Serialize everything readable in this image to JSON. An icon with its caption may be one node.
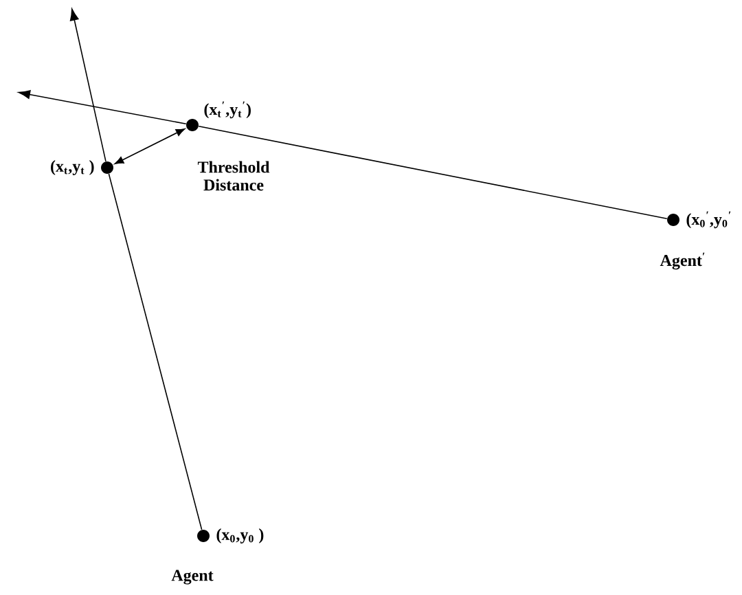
{
  "diagram": {
    "nodes": [
      {
        "text": [],
        "shape": "circle",
        "beside": [
          "(x$_{0}$,y$_{0}$ )",
          "Agent"
        ]
      },
      {
        "text": [],
        "shape": "circle",
        "beside": [
          "(x$_{t}$,y$_{t}$ )"
        ]
      },
      {
        "text": [],
        "shape": "circle",
        "beside": [
          "(x$_{t}$$^{′}$,y$_{t}$$^{′}$)"
        ]
      },
      {
        "text": [],
        "shape": "circle",
        "beside": [
          "(x$_{0}$$^{′}$,y$_{0}$$^{′}$",
          "Agent$^{′}$"
        ]
      }
    ],
    "edges": [
      {
        "from": 0,
        "to": 1,
        "arrow": "none"
      },
      {
        "from": 1,
        "to": null,
        "arrow": "to"
      },
      {
        "from": 3,
        "to": 2,
        "arrow": "none"
      },
      {
        "from": 2,
        "to": null,
        "arrow": "to"
      },
      {
        "from": 1,
        "to": 2,
        "arrow": "both",
        "label": "Threshold Distance"
      }
    ]
  }
}
